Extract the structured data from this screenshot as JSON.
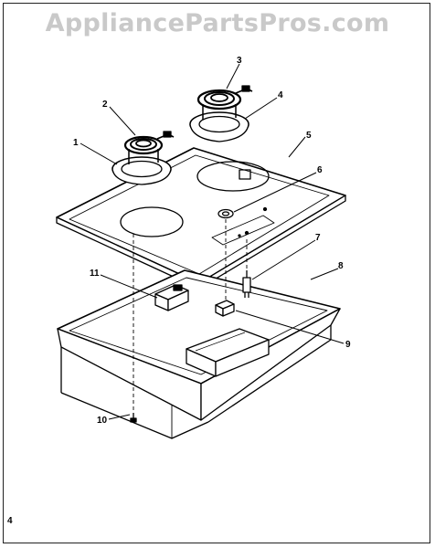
{
  "watermark": "AppliancePartsPros.com",
  "page_number": "4",
  "callouts": [
    "1",
    "2",
    "3",
    "4",
    "5",
    "6",
    "7",
    "8",
    "9",
    "10",
    "11"
  ]
}
